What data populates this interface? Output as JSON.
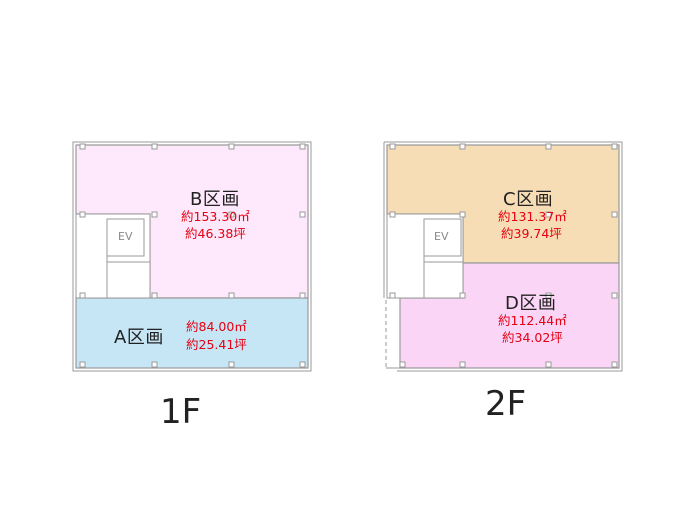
{
  "colors": {
    "zone_a": "#c6e6f6",
    "zone_b": "#fde9fb",
    "zone_c": "#f7ddb5",
    "zone_d": "#fbd5f6",
    "wall": "#9a9a9a",
    "area_text": "#e60012"
  },
  "plans": [
    {
      "floor_label": "1F",
      "ev_label": "EV",
      "zones": [
        {
          "name": "B区画",
          "area_sqm": "約153.30㎡",
          "area_tsubo": "約46.38坪"
        },
        {
          "name": "A区画",
          "area_sqm": "約84.00㎡",
          "area_tsubo": "約25.41坪"
        }
      ]
    },
    {
      "floor_label": "2F",
      "ev_label": "EV",
      "zones": [
        {
          "name": "C区画",
          "area_sqm": "約131.37㎡",
          "area_tsubo": "約39.74坪"
        },
        {
          "name": "D区画",
          "area_sqm": "約112.44㎡",
          "area_tsubo": "約34.02坪"
        }
      ]
    }
  ]
}
